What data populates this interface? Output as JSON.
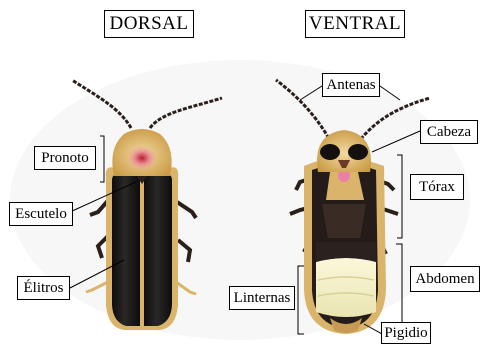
{
  "titles": {
    "dorsal": "DORSAL",
    "ventral": "VENTRAL"
  },
  "labels": {
    "pronoto": "Pronoto",
    "escutelo": "Escutelo",
    "elitros": "Élitros",
    "antenas": "Antenas",
    "cabeza": "Cabeza",
    "torax": "Tórax",
    "abdomen": "Abdomen",
    "linternas": "Linternas",
    "pigidio": "Pigidio"
  },
  "colors": {
    "elytra": "#1c1a19",
    "elytra_margin": "#d9b46a",
    "pronotum": "#d8b25e",
    "pronotum_spot": "#e98b95",
    "legs": "#2a1f1a",
    "lantern": "#f3f0c8",
    "outline": "#000000"
  }
}
